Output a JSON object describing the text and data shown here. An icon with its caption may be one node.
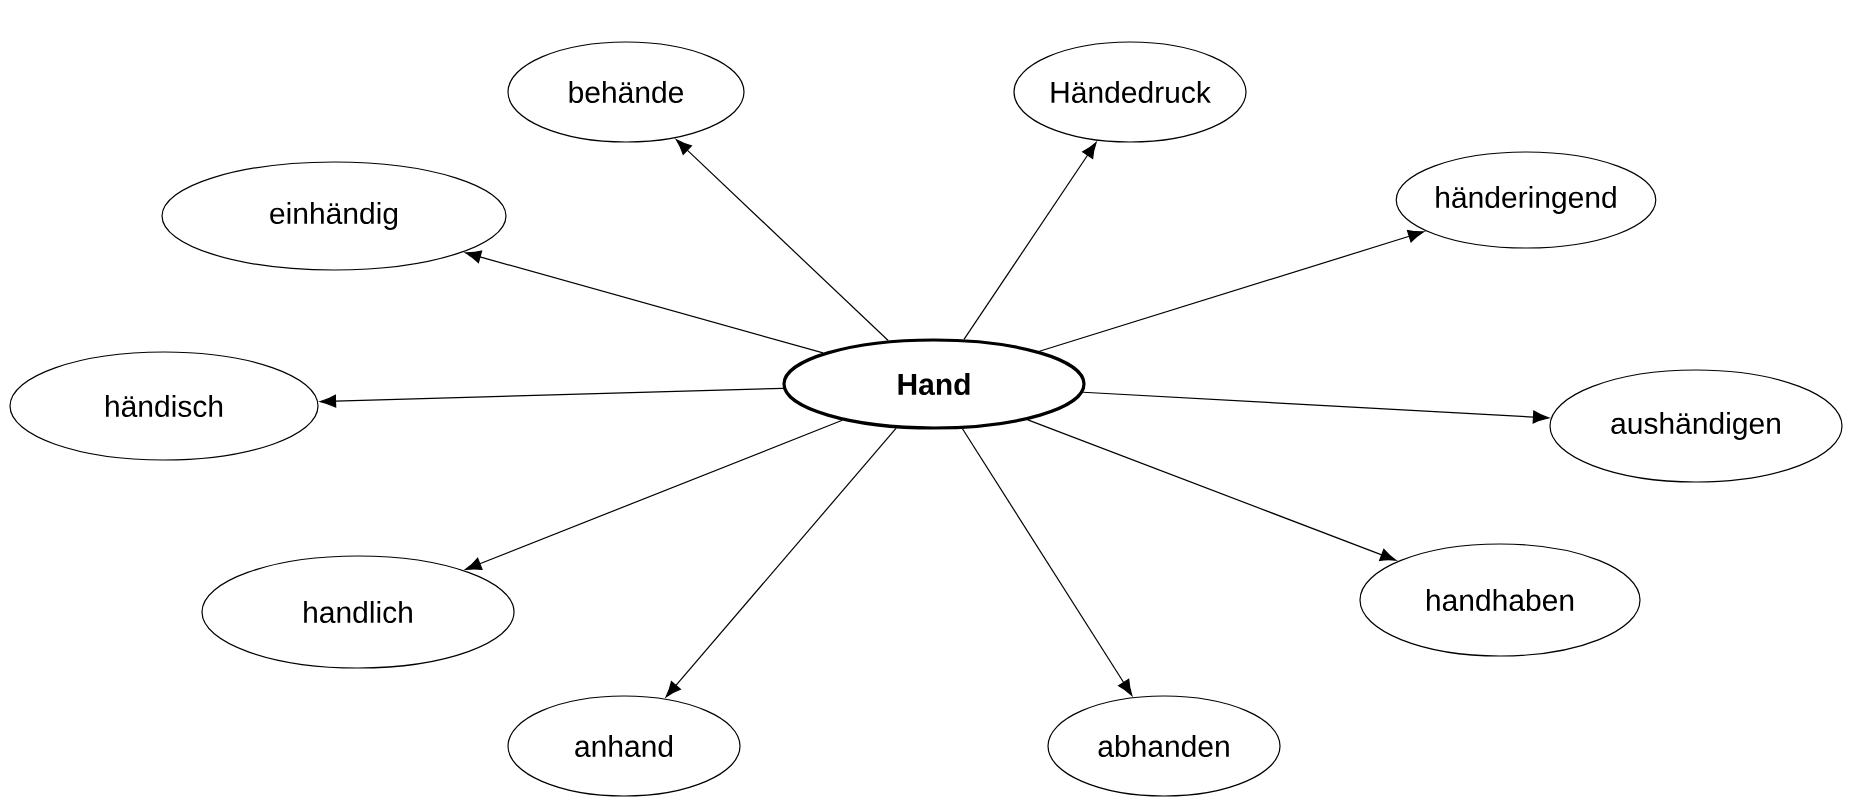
{
  "diagram": {
    "nodes": [
      {
        "text": [
          "Hand"
        ]
      },
      {
        "text": [
          "behände"
        ]
      },
      {
        "text": [
          "Händedruck"
        ]
      },
      {
        "text": [
          "einhändig"
        ]
      },
      {
        "text": [
          "händeringend"
        ]
      },
      {
        "text": [
          "händisch"
        ]
      },
      {
        "text": [
          "aushändigen"
        ]
      },
      {
        "text": [
          "handlich"
        ]
      },
      {
        "text": [
          "handhaben"
        ]
      },
      {
        "text": [
          "anhand"
        ]
      },
      {
        "text": [
          "abhanden"
        ]
      }
    ],
    "edges": [
      {
        "from": 0,
        "to": 1,
        "arrow": "to"
      },
      {
        "from": 0,
        "to": 2,
        "arrow": "to"
      },
      {
        "from": 0,
        "to": 3,
        "arrow": "to"
      },
      {
        "from": 0,
        "to": 4,
        "arrow": "to"
      },
      {
        "from": 0,
        "to": 5,
        "arrow": "to"
      },
      {
        "from": 0,
        "to": 6,
        "arrow": "to"
      },
      {
        "from": 0,
        "to": 7,
        "arrow": "to"
      },
      {
        "from": 0,
        "to": 8,
        "arrow": "to"
      },
      {
        "from": 0,
        "to": 9,
        "arrow": "to"
      },
      {
        "from": 0,
        "to": 10,
        "arrow": "to"
      }
    ]
  }
}
